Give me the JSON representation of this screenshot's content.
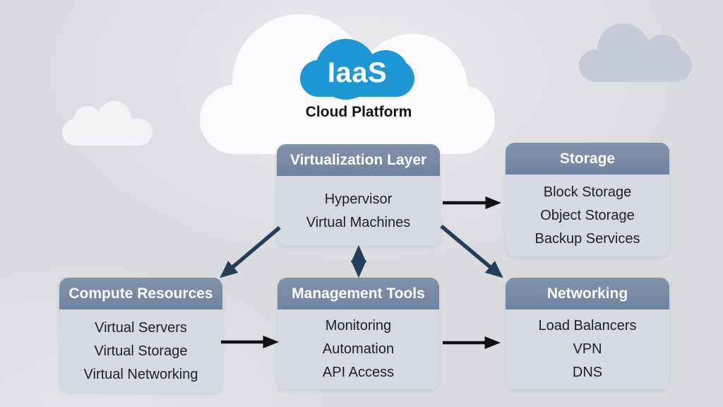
{
  "cloud": {
    "label": "IaaS",
    "subtitle": "Cloud Platform"
  },
  "boxes": {
    "virtualization": {
      "title": "Virtualization Layer",
      "items": [
        "Hypervisor",
        "Virtual Machines"
      ]
    },
    "storage": {
      "title": "Storage",
      "items": [
        "Block Storage",
        "Object Storage",
        "Backup Services"
      ]
    },
    "compute": {
      "title": "Compute Resources",
      "items": [
        "Virtual Servers",
        "Virtual Storage",
        "Virtual Networking"
      ]
    },
    "management": {
      "title": "Management Tools",
      "items": [
        "Monitoring",
        "Automation",
        "API Access"
      ]
    },
    "networking": {
      "title": "Networking",
      "items": [
        "Load Balancers",
        "VPN",
        "DNS"
      ]
    }
  },
  "connections": [
    {
      "from": "Virtualization Layer",
      "to": "Storage",
      "style": "black-right-arrow"
    },
    {
      "from": "Virtualization Layer",
      "to": "Compute Resources",
      "style": "navy-diagonal-arrow"
    },
    {
      "from": "Virtualization Layer",
      "to": "Management Tools",
      "style": "navy-double-arrow"
    },
    {
      "from": "Virtualization Layer",
      "to": "Networking",
      "style": "navy-diagonal-arrow"
    },
    {
      "from": "Compute Resources",
      "to": "Management Tools",
      "style": "black-right-arrow"
    },
    {
      "from": "Management Tools",
      "to": "Networking",
      "style": "black-right-arrow"
    }
  ],
  "colors": {
    "background": "#dbdce0",
    "box_header": "#7689a4",
    "box_body": "#d6d9e0",
    "accent_blue": "#1e97d5",
    "arrow_black": "#111111",
    "arrow_navy": "#263e58",
    "cloud_white": "#fbfbfd",
    "cloud_gray": "#c6ccd7"
  }
}
